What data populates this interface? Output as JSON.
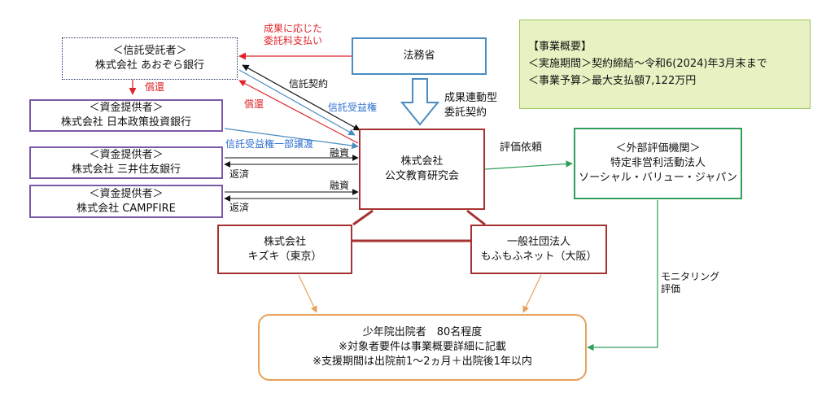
{
  "boxes": {
    "trustee": {
      "title": "＜信託受託者＞",
      "name": "株式会社 あおぞら銀行"
    },
    "dbj": {
      "title": "＜資金提供者＞",
      "name": "株式会社 日本政策投資銀行"
    },
    "smbc": {
      "title": "＜資金提供者＞",
      "name": "株式会社 三井住友銀行"
    },
    "campfire": {
      "title": "＜資金提供者＞",
      "name": "株式会社 CAMPFIRE"
    },
    "moj": {
      "name": "法務省"
    },
    "kumon": {
      "line1": "株式会社",
      "line2": "公文教育研究会"
    },
    "evaluator": {
      "title": "＜外部評価機関＞",
      "line2": "特定非営利活動法人",
      "line3": "ソーシャル・バリュー・ジャパン"
    },
    "kizuki": {
      "line1": "株式会社",
      "line2": "キズキ（東京）"
    },
    "mofumofu": {
      "line1": "一般社団法人",
      "line2": "もふもふネット（大阪）"
    },
    "target": {
      "line1": "少年院出院者　80名程度",
      "line2": "※対象者要件は事業概要詳細に記載",
      "line3": "※支援期間は出院前1～2ヵ月＋出院後1年以内"
    },
    "summary": {
      "heading": "【事業概要】",
      "period": "＜実施期間＞契約締結～令和6(2024)年3月末まで",
      "budget": "＜事業予算＞最大支払額7,122万円"
    }
  },
  "labels": {
    "outcome_fee_1": "成果に応じた",
    "outcome_fee_2": "委託料支払い",
    "repay_red_1": "償還",
    "repay_red_2": "償還",
    "trust_contract": "信託契約",
    "trust_benefit": "信託受益権",
    "trust_partial": "信託受益権一部譲渡",
    "pbc_1": "成果連動型",
    "pbc_2": "委託契約",
    "loan_1": "融資",
    "repay_1": "返済",
    "loan_2": "融資",
    "repay_2": "返済",
    "eval_request": "評価依頼",
    "monitoring_1": "モニタリング",
    "monitoring_2": "評価"
  },
  "colors": {
    "navy": "#1f2f6b",
    "purple": "#7a5aa6",
    "blue": "#4a8cc2",
    "dark_red": "#a83232",
    "green": "#2e9e58",
    "orange": "#e8a15a",
    "red_text": "#e0242a",
    "blue_text": "#2f6fd0",
    "summary_fill": "#e6f2c2",
    "summary_border": "#9cc45a"
  }
}
